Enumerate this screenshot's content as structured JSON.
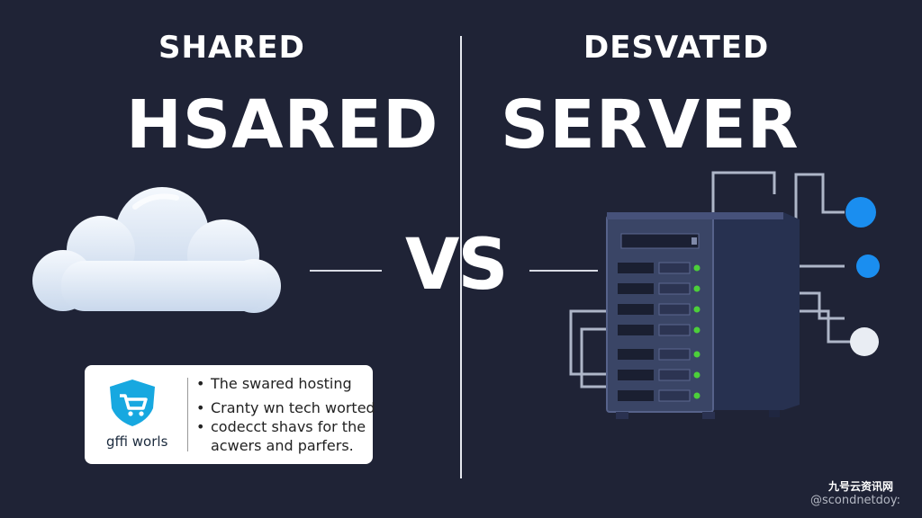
{
  "left": {
    "subtitle": "SHARED",
    "title": "HSARED",
    "card": {
      "logo_text": "gffi worls",
      "bullets": [
        "The swared hosting",
        "Cranty wn tech worted",
        "codecct shavs for the",
        "acwers and parfers."
      ],
      "bullet_marks": [
        "•",
        "•",
        "•",
        ""
      ]
    }
  },
  "center": {
    "vs": "VS"
  },
  "right": {
    "subtitle": "DESVATED",
    "title": "SERVER"
  },
  "watermark": {
    "cn": "九号云资讯网",
    "handle": "@scondnetdoy:"
  },
  "colors": {
    "background": "#1f2336",
    "cloud": "#dbe7f5",
    "server_front": "#3a4566",
    "server_side": "#273150",
    "led": "#4ccf3a",
    "node_blue": "#1a8ef0",
    "line": "#d7dae3"
  },
  "icons": {
    "logo": "shield-cart-icon",
    "cloud": "cloud-icon",
    "server": "server-tower-icon"
  }
}
